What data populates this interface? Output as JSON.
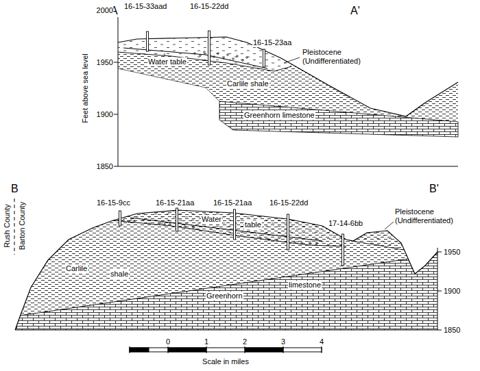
{
  "diagram": {
    "labels": [
      "A",
      "A'",
      "16-15-33aad",
      "16-15-22dd",
      "16-15-23aa",
      "2000",
      "1950",
      "1900",
      "1850",
      "Feet above sea level",
      "Water table",
      "Pleistocene (Undifferentiated)",
      "Carlile shale",
      "Greenhorn limestone",
      "B",
      "B'",
      "Rush County",
      "Barton County",
      "16-15-9cc",
      "16-15-21aa",
      "16-15-21aa",
      "16-15-22dd",
      "17-14-6bb",
      "Water",
      "table",
      "Pleistocene (Undifferentiated)",
      "Carlile",
      "shale",
      "Greenhorn",
      "limestone",
      "1950",
      "1900",
      "1850",
      "0",
      "1",
      "2",
      "3",
      "4",
      "Scale in miles"
    ]
  }
}
